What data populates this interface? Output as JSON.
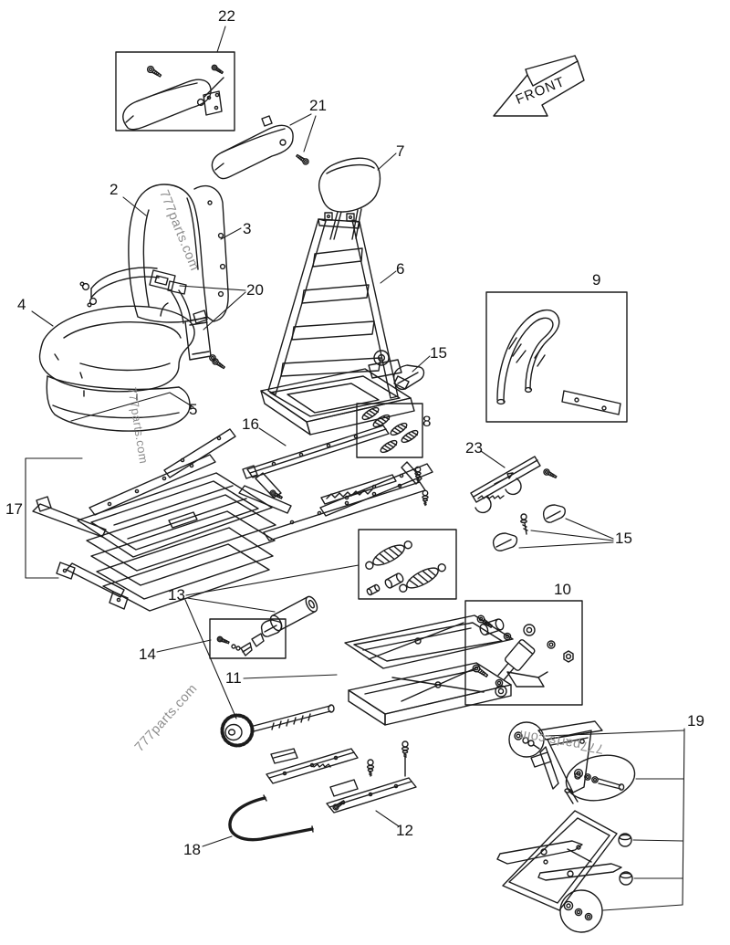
{
  "watermark_text": "777parts.com",
  "front_arrow": {
    "label": "FRONT"
  },
  "callouts": {
    "c2": "2",
    "c3": "3",
    "c4": "4",
    "c5": "5",
    "c6": "6",
    "c7": "7",
    "c8": "8",
    "c9": "9",
    "c10": "10",
    "c11": "11",
    "c12": "12",
    "c13": "13",
    "c14": "14",
    "c15a": "15",
    "c15b": "15",
    "c16": "16",
    "c17": "17",
    "c18": "18",
    "c19": "19",
    "c20": "20",
    "c21": "21",
    "c22": "22",
    "c23": "23"
  }
}
